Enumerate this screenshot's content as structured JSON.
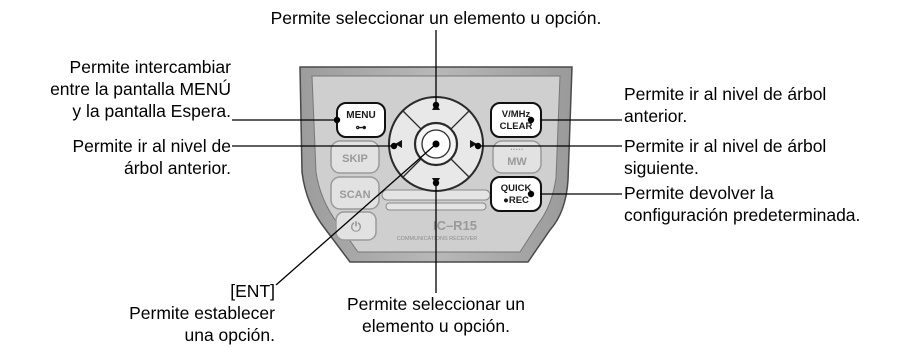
{
  "labels": {
    "top": "Permite seleccionar un elemento u opción.",
    "menu": [
      "Permite intercambiar",
      "entre la pantalla MENÚ",
      "y la pantalla Espera."
    ],
    "left": [
      "Permite ir al nivel de",
      "árbol anterior."
    ],
    "ent": [
      "[ENT]",
      "Permite establecer",
      "una opción."
    ],
    "bottom": [
      "Permite seleccionar un",
      "elemento u opción."
    ],
    "vmhz": [
      "Permite ir al nivel de árbol",
      "anterior."
    ],
    "right": [
      "Permite ir al nivel de árbol",
      "siguiente."
    ],
    "quick": [
      "Permite devolver la",
      "configuración predeterminada."
    ]
  },
  "keys": {
    "menu": "MENU",
    "menu_sub": "⊶",
    "vmhz": "V/MHz",
    "clear": "CLEAR",
    "skip": "SKIP",
    "mw_dots": "·····",
    "mw": "MW",
    "scan": "SCAN",
    "quick": "QUICK",
    "rec": "●REC",
    "power": "⏻"
  },
  "device": {
    "model": "IC–R15",
    "subtitle": "COMMUNICATIONS RECEIVER"
  }
}
